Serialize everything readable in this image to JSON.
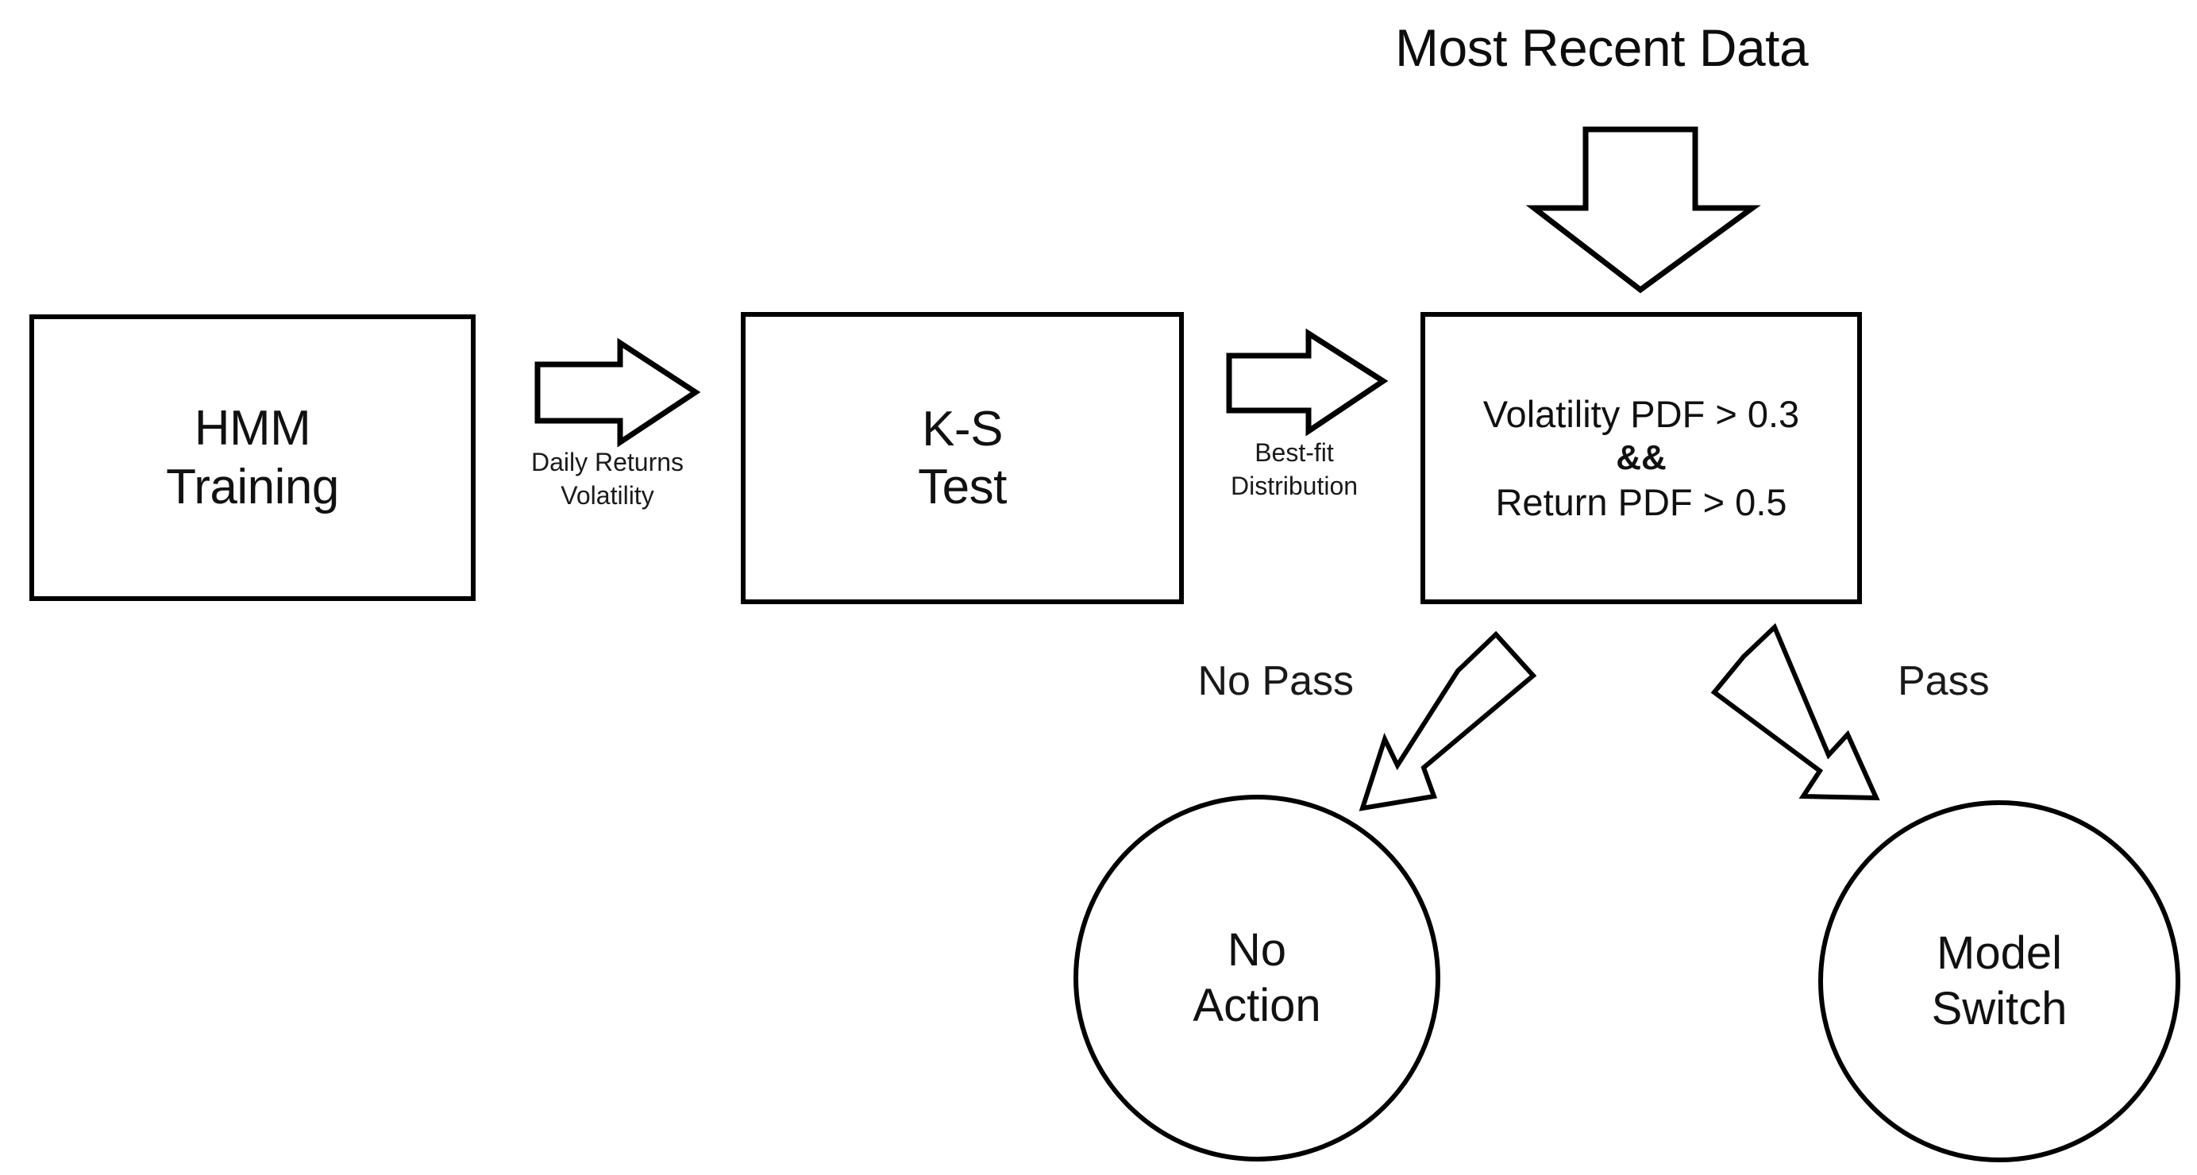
{
  "diagram": {
    "title_annotation": "Most Recent Data",
    "background_color": "#ffffff",
    "stroke_color": "#000000",
    "text_color": "#111111",
    "nodes": [
      {
        "id": "hmm-training",
        "shape": "rectangle",
        "label": "HMM\nTraining"
      },
      {
        "id": "ks-test",
        "shape": "rectangle",
        "label": "K-S\nTest"
      },
      {
        "id": "threshold-check",
        "shape": "rectangle",
        "label_line1": "Volatility PDF > 0.3",
        "label_line2": "&&",
        "label_line3": "Return PDF > 0.5"
      },
      {
        "id": "no-action",
        "shape": "circle",
        "label": "No\nAction"
      },
      {
        "id": "model-switch",
        "shape": "circle",
        "label": "Model\nSwitch"
      }
    ],
    "edges": [
      {
        "id": "hmm-to-ks",
        "label": "Daily Returns\nVolatility",
        "direction": "right"
      },
      {
        "id": "ks-to-threshold",
        "label": "Best-fit\nDistribution",
        "direction": "right"
      },
      {
        "id": "data-into-threshold",
        "label": "",
        "direction": "down"
      },
      {
        "id": "threshold-to-no-action",
        "label": "No Pass",
        "direction": "down-left"
      },
      {
        "id": "threshold-to-model-switch",
        "label": "Pass",
        "direction": "down-right"
      }
    ]
  }
}
